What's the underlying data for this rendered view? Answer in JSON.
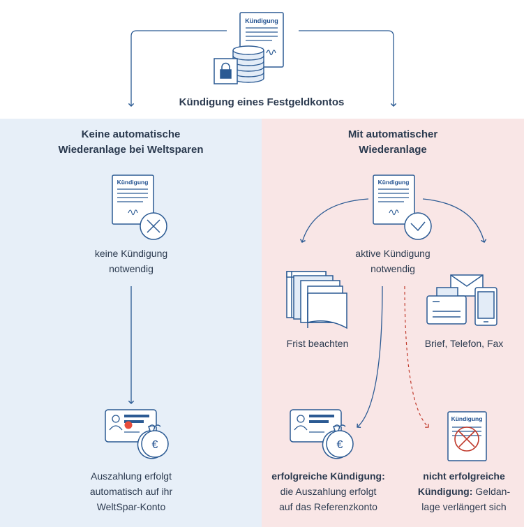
{
  "doc_label": "Kündigung",
  "title": "Kündigung eines Festgeldkontos",
  "left": {
    "heading_line1": "Keine automatische",
    "heading_line2": "Wiederanlage bei Weltsparen",
    "step1_line1": "keine Kündigung",
    "step1_line2": "notwendig",
    "result_line1": "Auszahlung erfolgt",
    "result_line2": "automatisch auf ihr",
    "result_line3": "WeltSpar-Konto"
  },
  "right": {
    "heading_line1": "Mit automatischer",
    "heading_line2": "Wiederanlage",
    "step1_line1": "aktive Kündigung",
    "step1_line2": "notwendig",
    "option_deadline": "Frist beachten",
    "option_channels": "Brief, Telefon, Fax",
    "success_line1": "erfolgreiche Kündigung:",
    "success_line2": "die Auszahlung erfolgt",
    "success_line3": "auf das Referenzkonto",
    "fail_line1": "nicht erfolgreiche",
    "fail_line2": "Kündigung: Geldan-",
    "fail_line3": "lage verlängert sich"
  },
  "currency_symbol": "€",
  "icons": [
    "document-icon",
    "coins-stack-icon",
    "lock-icon",
    "x-circle-icon",
    "check-circle-icon",
    "calendar-icon",
    "mail-icon",
    "fax-icon",
    "phone-icon",
    "id-card-icon",
    "money-bag-icon",
    "cancelled-document-icon"
  ],
  "colors": {
    "primary": "#1f4f8f",
    "outline": "#2b5a93",
    "left_bg": "#e7eff8",
    "right_bg": "#f9e6e6",
    "danger": "#c0392b",
    "text": "#2b3a4f"
  }
}
